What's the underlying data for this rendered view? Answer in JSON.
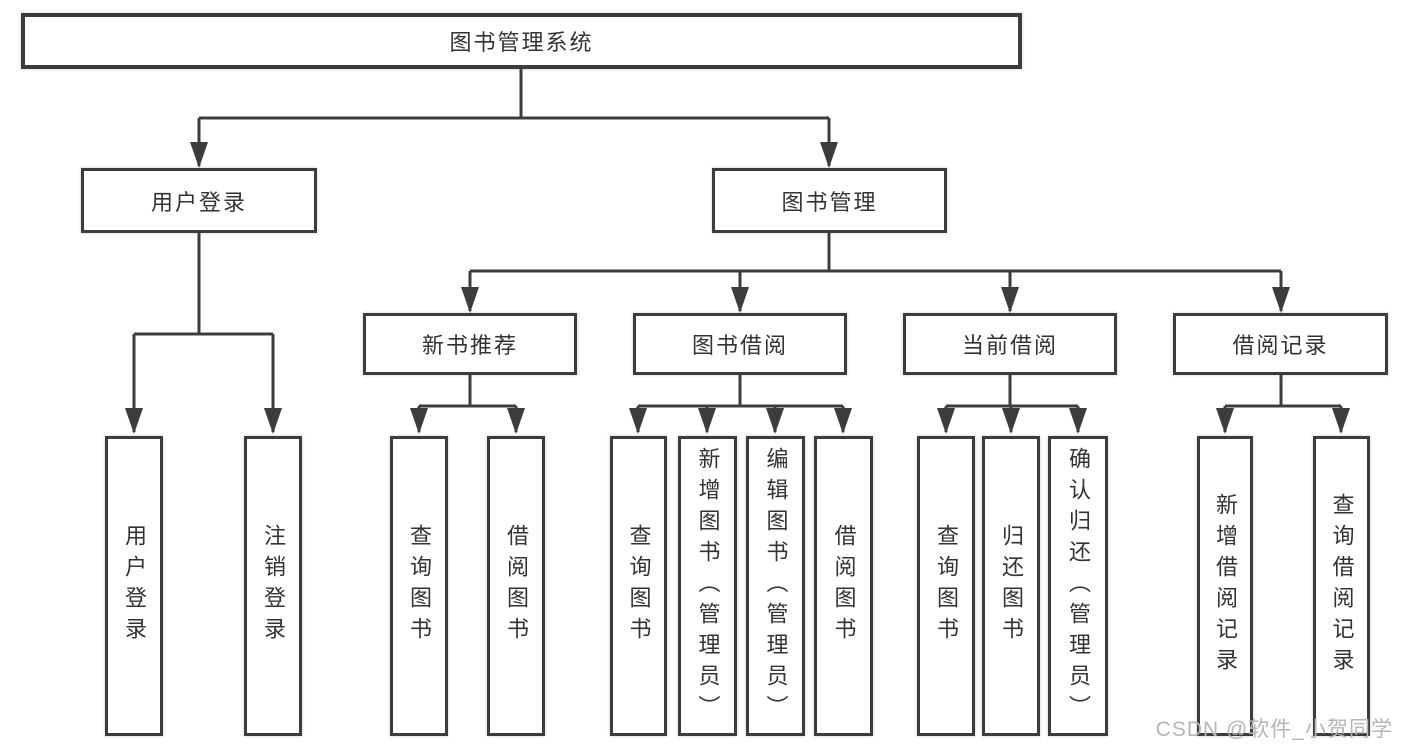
{
  "diagram": {
    "tree": {
      "root": {
        "label": "图书管理系统"
      },
      "branches": [
        {
          "label": "用户登录",
          "children": [
            {
              "label": "用户登录"
            },
            {
              "label": "注销登录"
            }
          ]
        },
        {
          "label": "图书管理",
          "children": [
            {
              "label": "新书推荐",
              "children": [
                {
                  "label": "查询图书"
                },
                {
                  "label": "借阅图书"
                }
              ]
            },
            {
              "label": "图书借阅",
              "children": [
                {
                  "label": "查询图书"
                },
                {
                  "label": "新增图书（管理员）"
                },
                {
                  "label": "编辑图书（管理员）"
                },
                {
                  "label": "借阅图书"
                }
              ]
            },
            {
              "label": "当前借阅",
              "children": [
                {
                  "label": "查询图书"
                },
                {
                  "label": "归还图书"
                },
                {
                  "label": "确认归还（管理员）"
                }
              ]
            },
            {
              "label": "借阅记录",
              "children": [
                {
                  "label": "新增借阅记录"
                },
                {
                  "label": "查询借阅记录"
                }
              ]
            }
          ]
        }
      ]
    },
    "colors": {
      "line": "#3c3c3c",
      "text": "#333333",
      "background": "#ffffff",
      "watermark": "#b5b5b5"
    }
  },
  "watermark": {
    "text": "CSDN @软件_小贺同学"
  }
}
